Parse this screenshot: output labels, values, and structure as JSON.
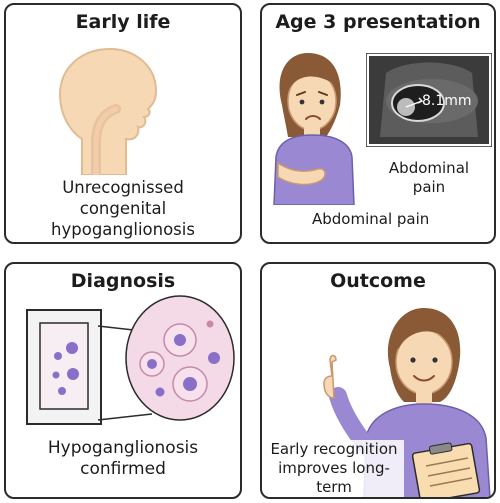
{
  "panels": {
    "early_life": {
      "title": "Early life",
      "caption": [
        "Unrecognissed",
        "congenital",
        "hypoganglionosis"
      ]
    },
    "age3": {
      "title": "Age 3 presentation",
      "ultrasound_measurement": "8.1mm",
      "ultrasound_caption": [
        "Abdominal",
        "pain"
      ],
      "caption": "Abdominal pain"
    },
    "diagnosis": {
      "title": "Diagnosis",
      "caption": [
        "Hypoganglionosis",
        "confirmed"
      ]
    },
    "outcome": {
      "title": "Outcome",
      "caption": [
        "Early recognition",
        "improves long-",
        "term management"
      ]
    }
  },
  "colors": {
    "skin": "#f6d8b5",
    "skin_stroke": "#c89870",
    "hair": "#8a5a37",
    "shirt": "#9a88d2",
    "ultrasound_bg": "#3b3b3b",
    "cell_bg": "#f4d9e6",
    "nucleus": "#8a6fc9",
    "clipboard": "#f9ddb0"
  },
  "icons": [
    "infant-silhouette-icon",
    "girl-holding-stomach-icon",
    "ultrasound-image-icon",
    "microscope-slide-icon",
    "magnified-cells-icon",
    "girl-pointing-icon",
    "clipboard-icon"
  ]
}
